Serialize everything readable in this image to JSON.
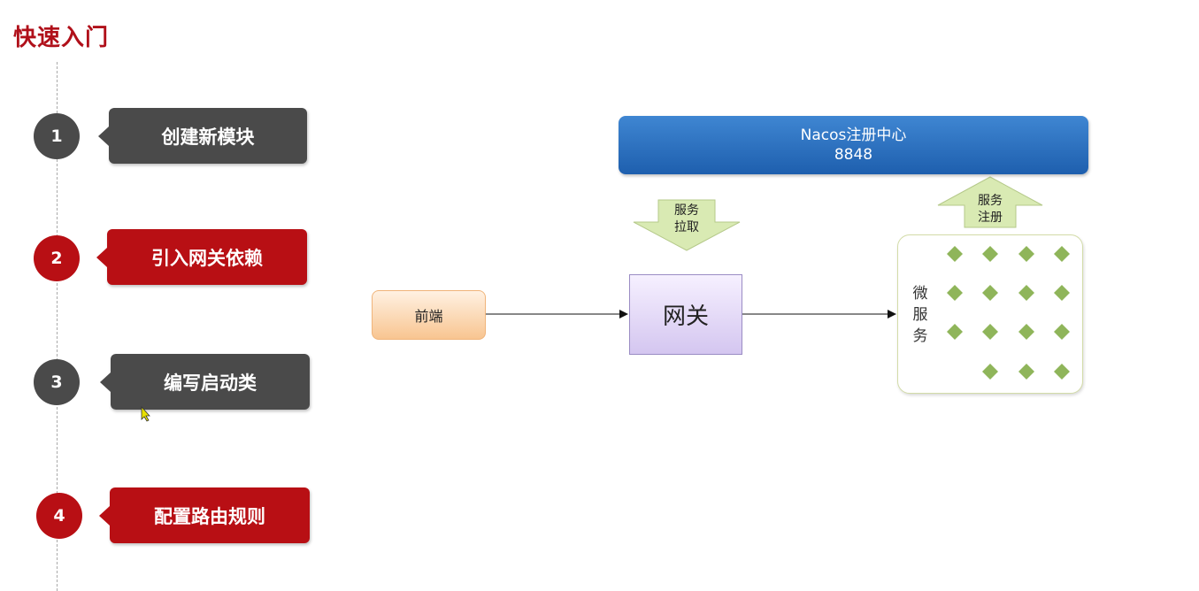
{
  "page": {
    "title": "快速入门"
  },
  "steps": [
    {
      "number": "1",
      "label": "创建新模块",
      "style": "dark"
    },
    {
      "number": "2",
      "label": "引入网关依赖",
      "style": "red"
    },
    {
      "number": "3",
      "label": "编写启动类",
      "style": "dark"
    },
    {
      "number": "4",
      "label": "配置路由规则",
      "style": "red"
    }
  ],
  "diagram": {
    "nacos": {
      "line1": "Nacos注册中心",
      "line2": "8848"
    },
    "service_pull": {
      "line1": "服务",
      "line2": "拉取"
    },
    "service_register": {
      "line1": "服务",
      "line2": "注册"
    },
    "frontend": "前端",
    "gateway": "网关",
    "microservices": {
      "char1": "微",
      "char2": "服",
      "char3": "务"
    }
  },
  "colors": {
    "accent_red": "#b80f14",
    "dark_gray": "#4a4a4a",
    "nacos_blue": "#2b6cbf",
    "arrow_green": "#d9eab3",
    "diamond_green": "#8fb55a"
  }
}
